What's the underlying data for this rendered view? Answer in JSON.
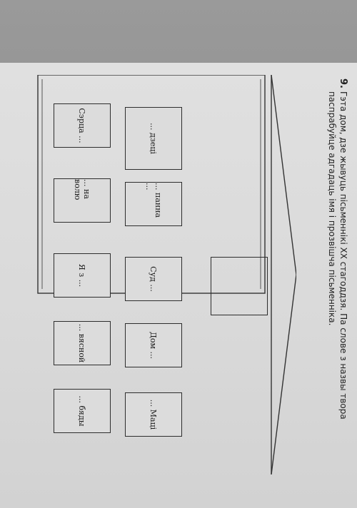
{
  "task": {
    "number": "9.",
    "line1": "Гэта дом, дзе жывуць пісьменнікі XX стагоддзя. Па слове з назвы твора",
    "line2": "паспрабуйце адгадаць імя і прозвішча пісьменніка."
  },
  "house": {
    "row1": [
      "Сэрца ...",
      "... на волю",
      "Я з ...",
      "... вясной",
      "... бяды"
    ],
    "row2": [
      "... дзеці",
      "... панна ...",
      "Суд ...",
      "Дом ...",
      "... Маці"
    ],
    "row3": [
      ""
    ]
  }
}
